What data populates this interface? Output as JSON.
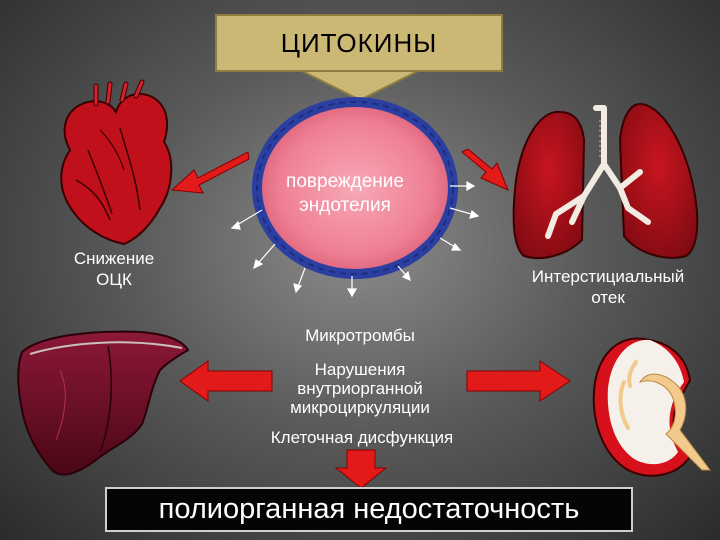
{
  "title": "ЦИТОКИНЫ",
  "center_node": {
    "line1": "повреждение",
    "line2": "эндотелия"
  },
  "left_effect": {
    "line1": "Снижение",
    "line2": "ОЦК"
  },
  "right_effect": {
    "line1": "Интерстициальный",
    "line2": "отек"
  },
  "center_effects": {
    "item1": "Микротромбы",
    "item2_line1": "Нарушения",
    "item2_line2": "внутриорганной",
    "item2_line3": "микроциркуляции",
    "item3": "Клеточная дисфункция"
  },
  "result": "полиорганная недостаточность",
  "icons": [
    "heart-icon",
    "lungs-icon",
    "liver-icon",
    "kidney-icon"
  ],
  "colors": {
    "title_box": "#cbb874",
    "arrow_red": "#e21a1a",
    "endothelium_fill": "#ee7d92",
    "endothelium_ring": "#2a3fa0",
    "organ_red": "#c0101c",
    "liver": "#6e0d28"
  }
}
